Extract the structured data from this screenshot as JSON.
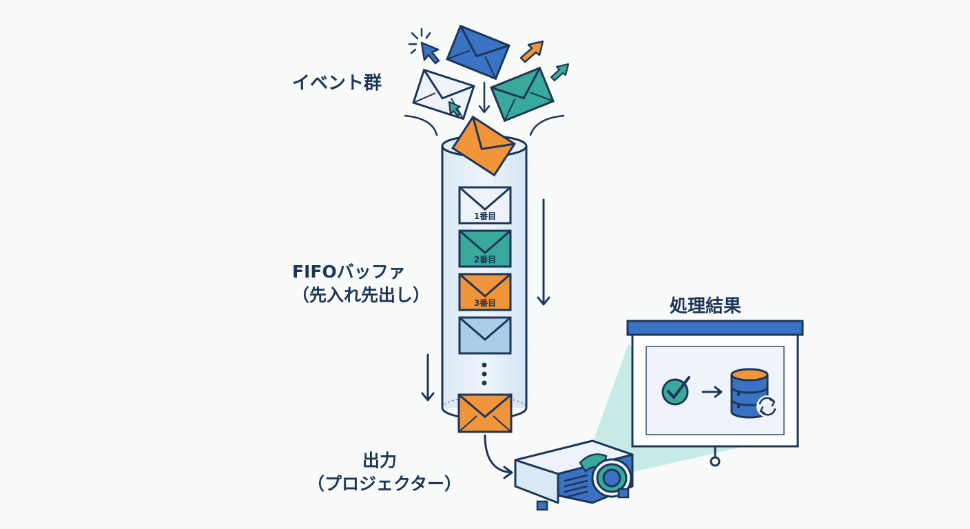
{
  "labels": {
    "events": "イベント群",
    "buffer_line1": "FIFOバッファ",
    "buffer_line2": "（先入れ先出し）",
    "output_line1": "出力",
    "output_line2": "（プロジェクター）",
    "result": "処理結果"
  },
  "queue_items": [
    "1番目",
    "2番目",
    "3番目"
  ],
  "icons": [
    "envelope-icon",
    "cursor-icon",
    "arrow-icon",
    "projector-icon",
    "screen-icon",
    "check-icon",
    "database-icon",
    "sync-icon"
  ],
  "colors": {
    "navy": "#1d3557",
    "blue": "#3a72c4",
    "teal": "#38a99a",
    "orange": "#f0953a",
    "light_blue": "#a9cdea",
    "white_env": "#eef3fa",
    "beam": "#bde8e2"
  }
}
